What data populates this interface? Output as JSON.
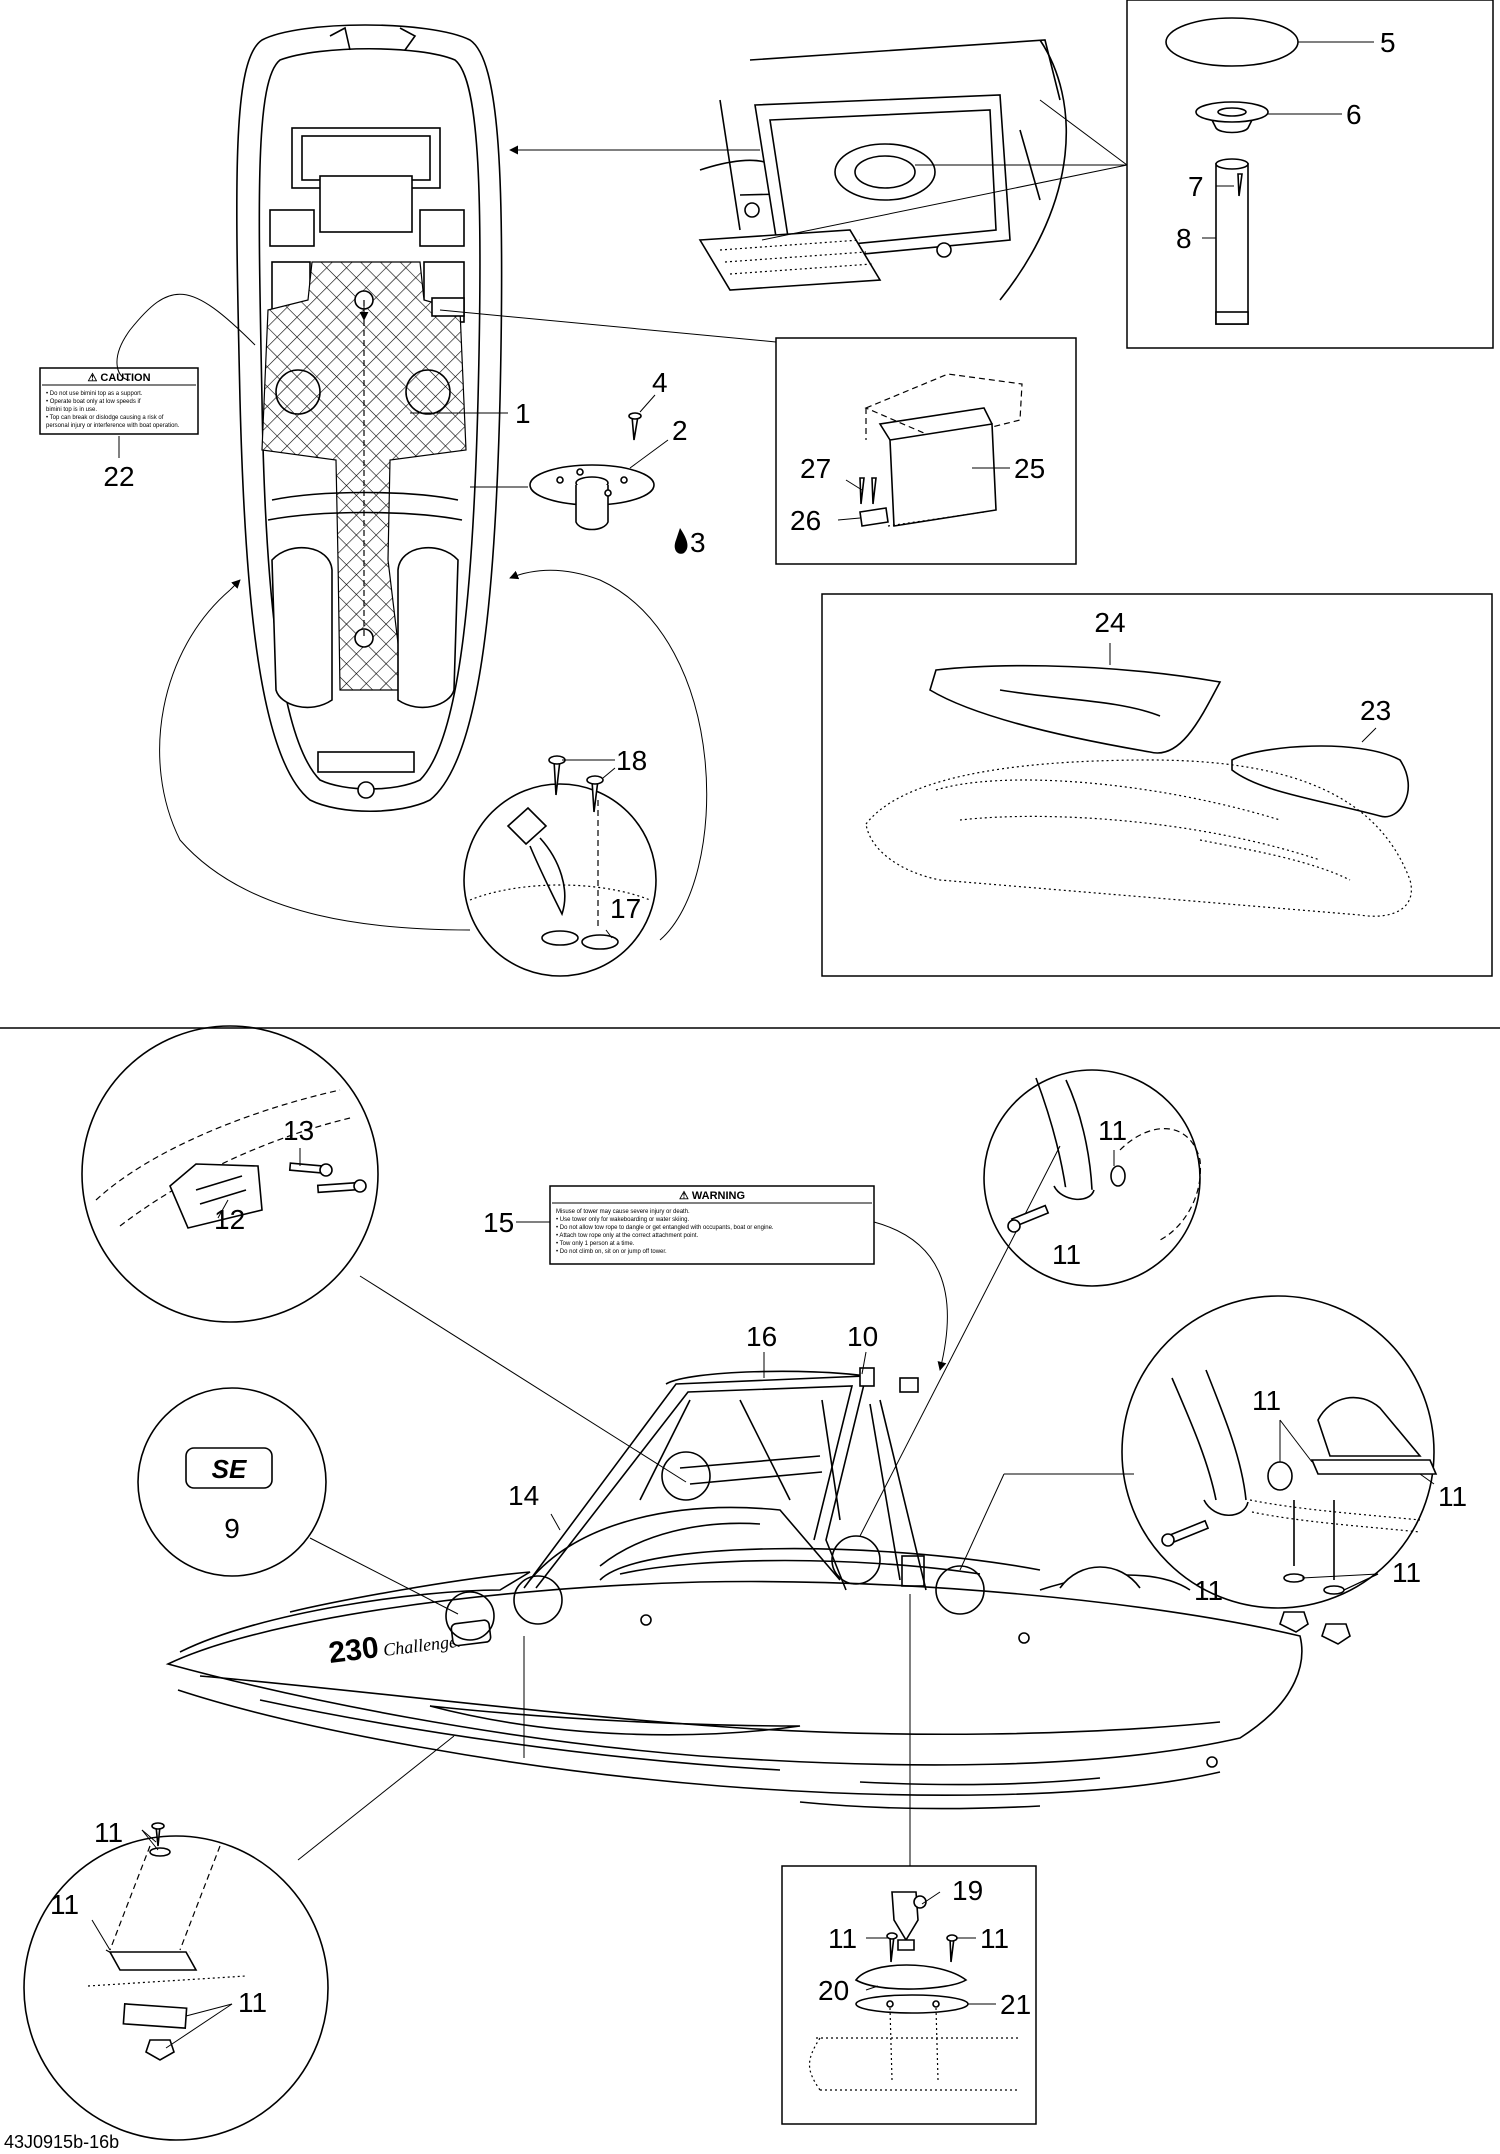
{
  "callouts": {
    "c1": "1",
    "c2": "2",
    "c3": "3",
    "c4": "4",
    "c5": "5",
    "c6": "6",
    "c7": "7",
    "c8": "8",
    "c9": "9",
    "c10": "10",
    "c12": "12",
    "c13": "13",
    "c14": "14",
    "c15": "15",
    "c16": "16",
    "c17": "17",
    "c18": "18",
    "c19": "19",
    "c20": "20",
    "c21": "21",
    "c22": "22",
    "c23": "23",
    "c24": "24",
    "c25": "25",
    "c26": "26",
    "c27": "27",
    "c11": "11"
  },
  "caution_label": {
    "title": "⚠ CAUTION",
    "lines": [
      "• Do not use bimini top as a support.",
      "• Operate boat only at low speeds if",
      "  bimini top is in use.",
      "• Top can break or dislodge causing a risk of",
      "  personal injury or interference with boat operation."
    ]
  },
  "warning_label": {
    "title": "⚠ WARNING",
    "lines": [
      "Misuse of tower may cause severe injury or death.",
      "• Use tower only for wakeboarding or water skiing.",
      "• Do not allow tow rope to dangle or get entangled with occupants, boat or engine.",
      "• Attach tow rope only at the correct attachment point.",
      "• Tow only 1 person at a time.",
      "• Do not climb on, sit on or jump off tower."
    ]
  },
  "badge_text": "SE",
  "hull_text": "230",
  "hull_script": "Challenger",
  "reference_code": "43J0915b-16b"
}
